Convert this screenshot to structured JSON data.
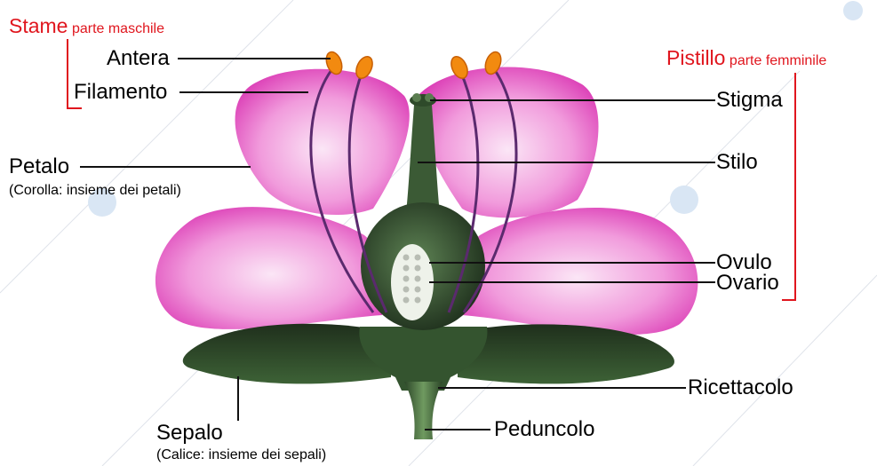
{
  "groups": {
    "stame": {
      "title": "Stame",
      "subtitle": "parte maschile"
    },
    "pistillo": {
      "title": "Pistillo",
      "subtitle": "parte femminile"
    }
  },
  "labels": {
    "antera": "Antera",
    "filamento": "Filamento",
    "petalo": "Petalo",
    "petalo_note": "(Corolla: insieme dei petali)",
    "sepalo": "Sepalo",
    "sepalo_note": "(Calice: insieme dei sepali)",
    "stigma": "Stigma",
    "stilo": "Stilo",
    "ovulo": "Ovulo",
    "ovario": "Ovario",
    "ricettacolo": "Ricettacolo",
    "peduncolo": "Peduncolo"
  },
  "colors": {
    "group_label": "#e0161e",
    "petal": "#e65cc0",
    "sepal": "#2f4a2a",
    "anther": "#f08a12",
    "filament": "#5b2a6e"
  }
}
